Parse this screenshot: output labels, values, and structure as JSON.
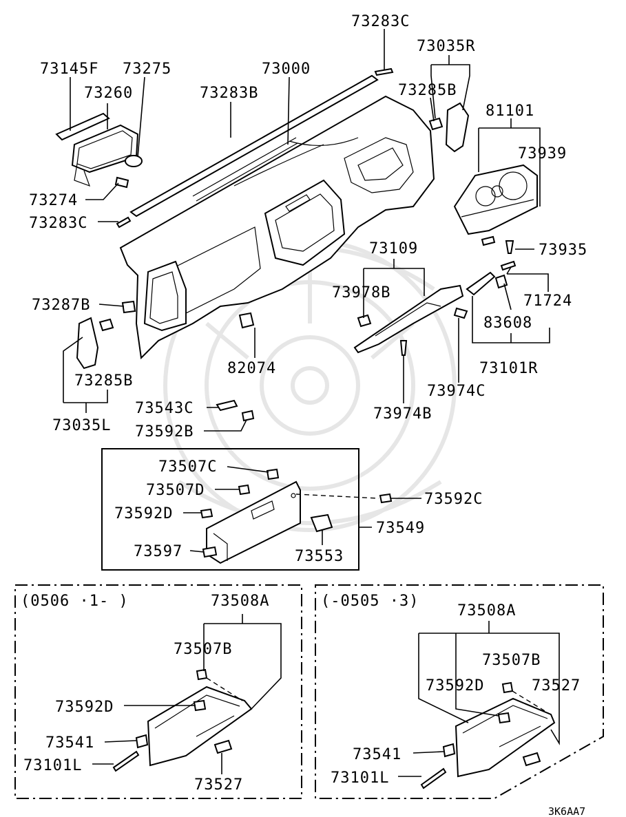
{
  "parts": {
    "p73283C_top": "73283C",
    "p73035R": "73035R",
    "p73145F": "73145F",
    "p73275": "73275",
    "p73000": "73000",
    "p73260": "73260",
    "p73283B": "73283B",
    "p73285B_r": "73285B",
    "p81101": "81101",
    "p73939": "73939",
    "p73274": "73274",
    "p73283C_l": "73283C",
    "p73935": "73935",
    "p73109": "73109",
    "p73978B": "73978B",
    "p71724": "71724",
    "p73287B": "73287B",
    "p83608": "83608",
    "p82074": "82074",
    "p73101R": "73101R",
    "p73285B_l": "73285B",
    "p73974C": "73974C",
    "p73543C": "73543C",
    "p73974B": "73974B",
    "p73035L": "73035L",
    "p73592B": "73592B",
    "p73507C": "73507C",
    "p73507D": "73507D",
    "p73592C": "73592C",
    "p73592D_mid": "73592D",
    "p73549": "73549",
    "p73597": "73597",
    "p73553": "73553"
  },
  "left_box": {
    "caption": "(0506 ·1- )",
    "p73508A": "73508A",
    "p73507B": "73507B",
    "p73592D": "73592D",
    "p73541": "73541",
    "p73101L": "73101L",
    "p73527": "73527"
  },
  "right_box": {
    "caption": "(-0505 ·3)",
    "p73508A": "73508A",
    "p73507B": "73507B",
    "p73592D": "73592D",
    "p73527": "73527",
    "p73541": "73541",
    "p73101L": "73101L"
  },
  "diagram_code": "3K6AA7"
}
